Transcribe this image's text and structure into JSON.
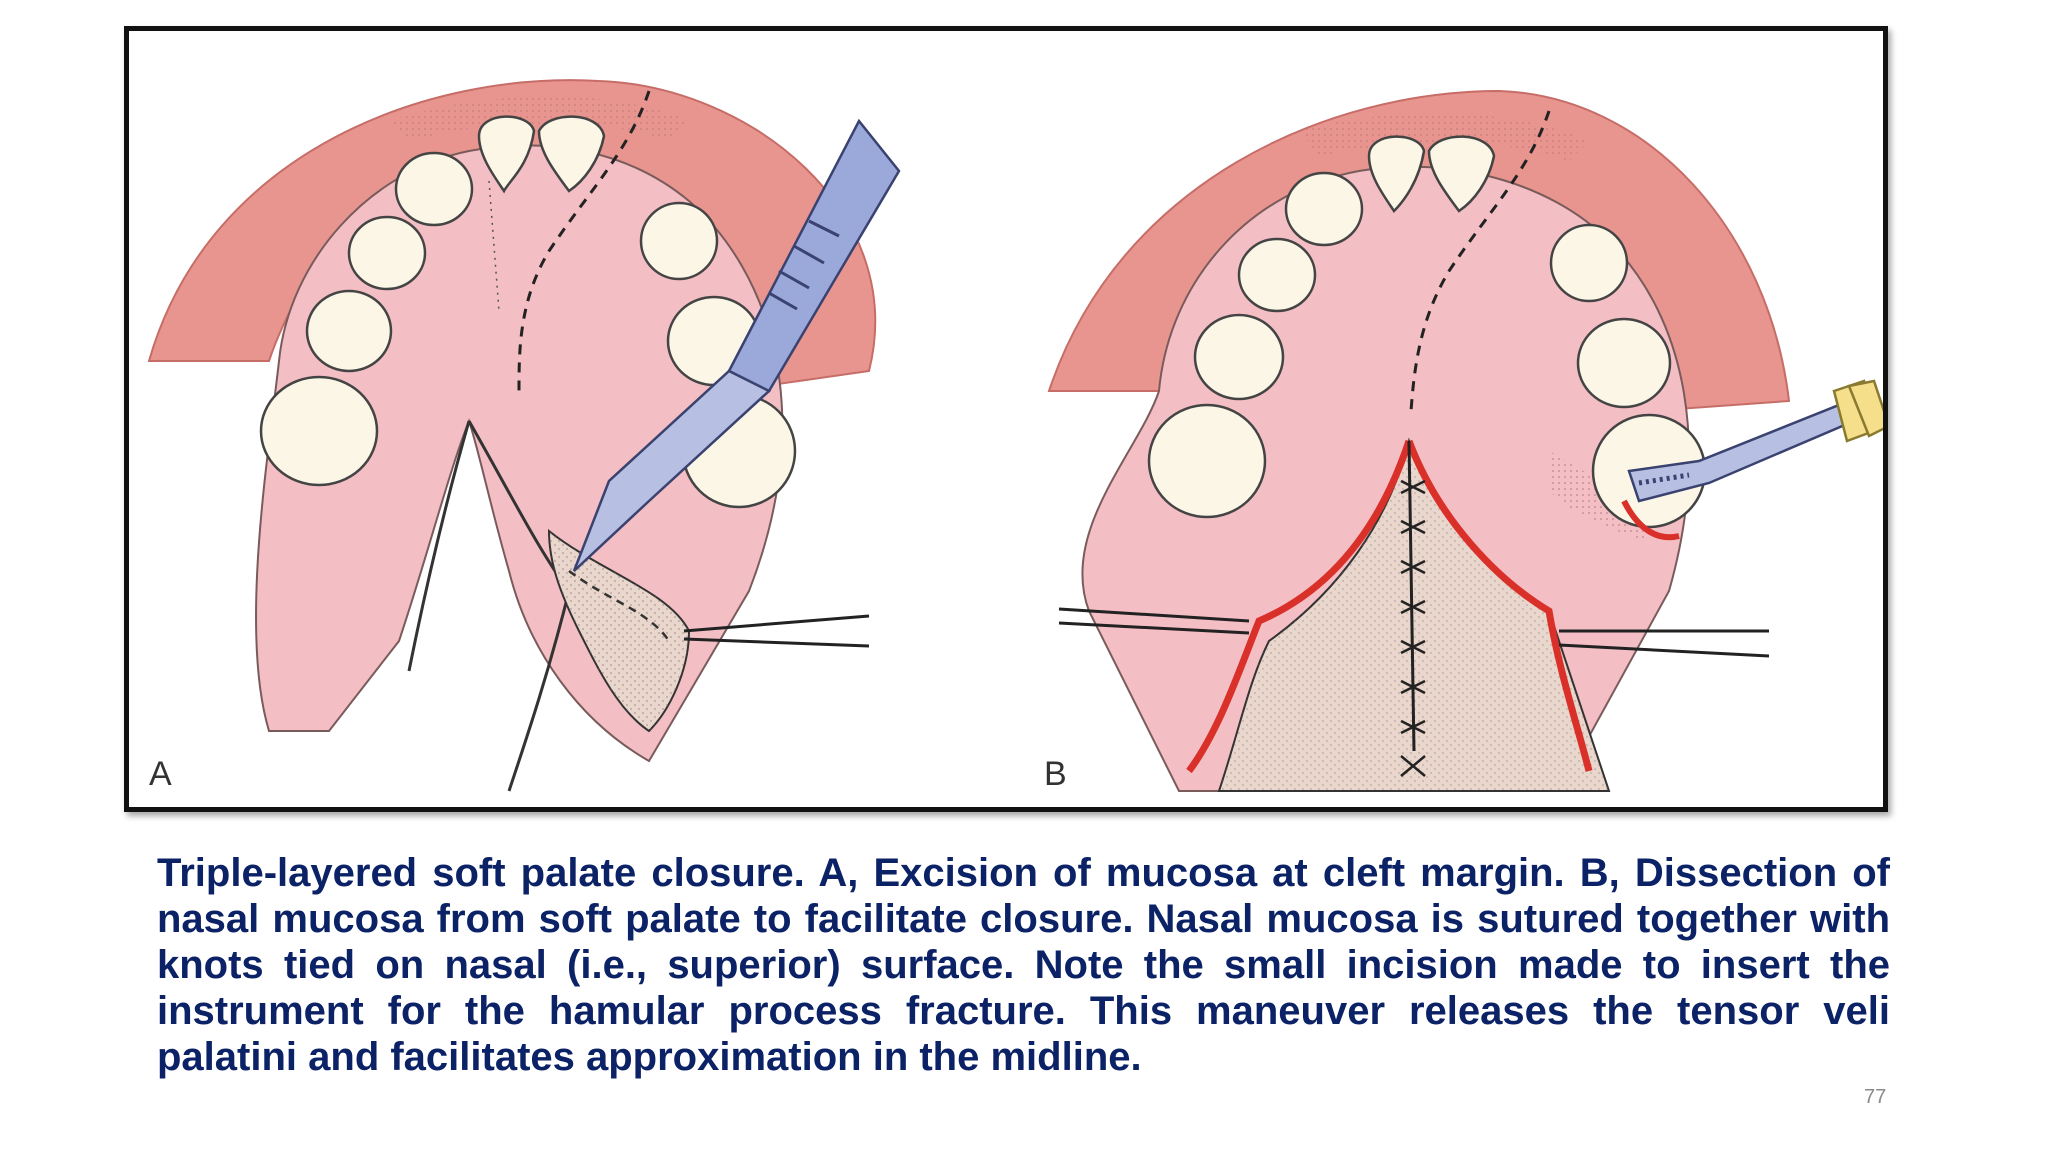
{
  "figure": {
    "panel_a_label": "A",
    "panel_b_label": "B"
  },
  "caption": {
    "text": "Triple-layered soft palate closure. A, Excision of mucosa at cleft margin. B, Dissection of nasal mucosa from soft palate to facilitate closure. Nasal mucosa is sutured together with knots tied on nasal (i.e., superior) surface. Note the small incision made to insert the instrument for the hamular process fracture. This maneuver releases the tensor veli palatini and facilitates approximation in the midline."
  },
  "slide": {
    "number": "77"
  },
  "colors": {
    "gum": "#e8958f",
    "palate": "#f4bfc4",
    "tooth": "#fbf6e6",
    "scalpel": "#9ba8da",
    "mucosa_cut": "#e9d6cc",
    "incision_red": "#d9302a",
    "handle_yellow": "#f6df8a",
    "caption_text": "#0c2266"
  }
}
